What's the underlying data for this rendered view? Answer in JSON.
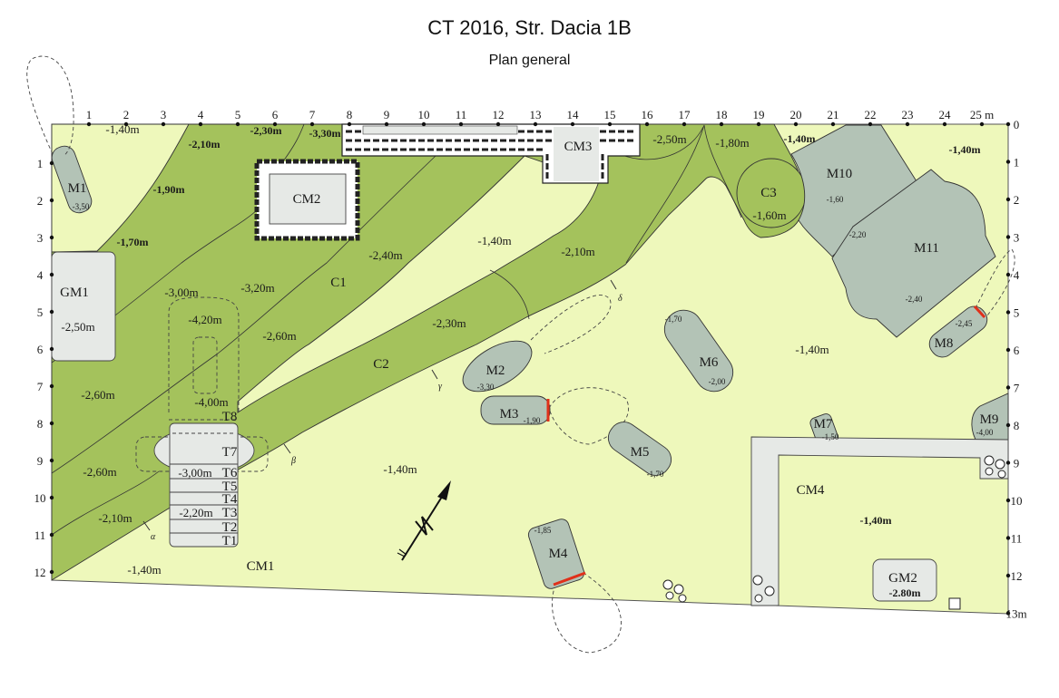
{
  "title": "CT 2016, Str. Dacia 1B",
  "subtitle": "Plan general",
  "axes": {
    "top_ticks": [
      "1",
      "2",
      "3",
      "4",
      "5",
      "6",
      "7",
      "8",
      "9",
      "10",
      "11",
      "12",
      "13",
      "14",
      "15",
      "16",
      "17",
      "18",
      "19",
      "20",
      "21",
      "22",
      "23",
      "24",
      "25 m"
    ],
    "right_ticks": [
      "0",
      "1",
      "2",
      "3",
      "4",
      "5",
      "6",
      "7",
      "8",
      "9",
      "10",
      "11",
      "12",
      "13m"
    ],
    "left_ticks": [
      "1",
      "2",
      "3",
      "4",
      "5",
      "6",
      "7",
      "8",
      "9",
      "10",
      "11",
      "12"
    ]
  },
  "features": {
    "M1": "M1",
    "M2": "M2",
    "M3": "M3",
    "M4": "M4",
    "M5": "M5",
    "M6": "M6",
    "M7": "M7",
    "M8": "M8",
    "M9": "M9",
    "M10": "M10",
    "M11": "M11",
    "GM1": "GM1",
    "GM2": "GM2",
    "CM1": "CM1",
    "CM2": "CM2",
    "CM3": "CM3",
    "CM4": "CM4",
    "C1": "C1",
    "C2": "C2",
    "C3": "C3",
    "T1": "T1",
    "T2": "T2",
    "T3": "T3",
    "T4": "T4",
    "T5": "T5",
    "T6": "T6",
    "T7": "T7",
    "T8": "T8",
    "alpha": "α",
    "beta": "β",
    "gamma": "γ",
    "delta": "δ"
  },
  "elevations": [
    "-1,40m",
    "-2,10m",
    "-2,30m",
    "-3,30m",
    "-1,90m",
    "-1,70m",
    "-3,20m",
    "-2,40m",
    "-1,40m",
    "-2,10m",
    "-3,00m",
    "-4,20m",
    "-2,50m",
    "-2,60m",
    "-2,30m",
    "-2,60m",
    "-4,00m",
    "-2,60m",
    "-3,00m",
    "-2,20m",
    "-2,10m",
    "-1,40m",
    "-1,40m",
    "-2,50m",
    "-1,80m",
    "-1,40m",
    "-1,40m",
    "-1,60m",
    "-1,40m",
    "-1,40m",
    "-2.80m"
  ],
  "small_elevations": [
    "-3,50",
    "-1,60",
    "-2,20",
    "-2,40",
    "-2,45",
    "-1,70",
    "-2,00",
    "-3,30",
    "-1,90",
    "-1,70",
    "-1,85",
    "-1,50",
    "-4,00"
  ],
  "colors": {
    "yellow": "#eef8bb",
    "green": "#a4c25c",
    "gray": "#b3c3b6",
    "light": "#e6e9e6",
    "red": "#e0301a"
  }
}
